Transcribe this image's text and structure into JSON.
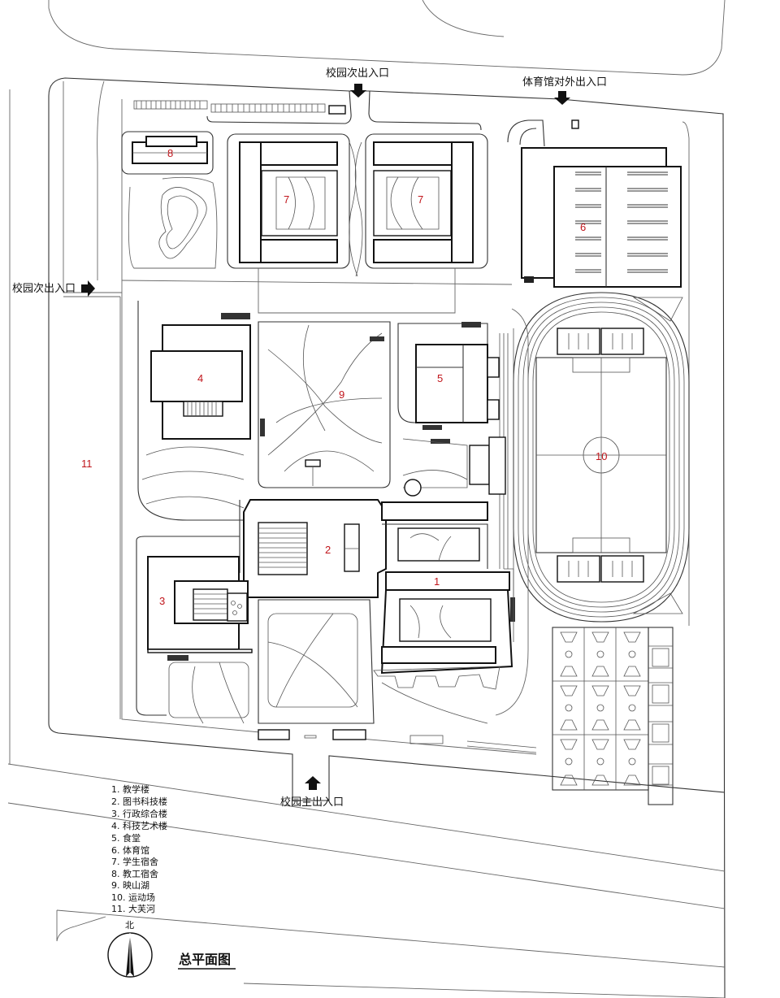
{
  "entrances": {
    "north_secondary": "校园次出入口",
    "west_secondary": "校园次出入口",
    "gym_external": "体育馆对外出入口",
    "main": "校园主出入口"
  },
  "building_numbers": {
    "b1": "1",
    "b2": "2",
    "b3": "3",
    "b4": "4",
    "b5": "5",
    "b6": "6",
    "b7a": "7",
    "b7b": "7",
    "b8": "8",
    "b9": "9",
    "b10": "10",
    "b11": "11"
  },
  "legend": [
    "1. 教学楼",
    "2. 图书科技楼",
    "3. 行政综合楼",
    "4. 科技艺术楼",
    "5. 食堂",
    "6. 体育馆",
    "7. 学生宿舍",
    "8. 教工宿舍",
    "9. 映山湖",
    "10. 运动场",
    "11. 大芙河"
  ],
  "north_label": "北",
  "title": "总平面图",
  "colors": {
    "line": "#111111",
    "label_red": "#c0151b"
  },
  "icons": {
    "entrance_arrow": "arrow-icon",
    "north_arrow": "north-arrow-icon"
  }
}
